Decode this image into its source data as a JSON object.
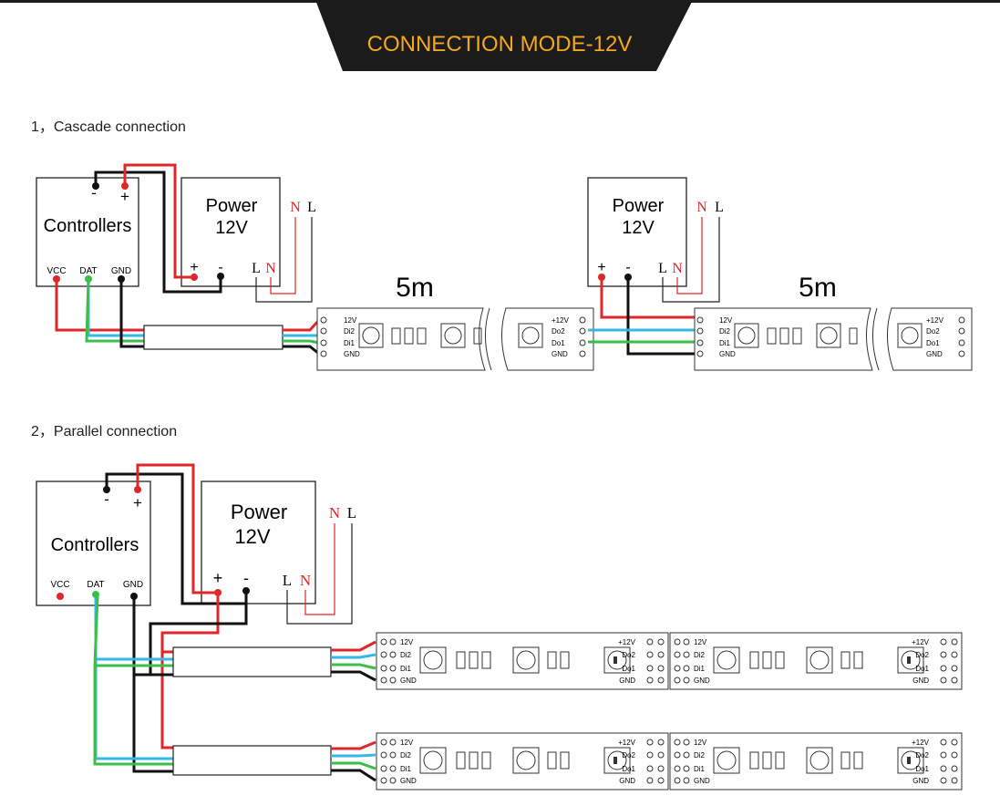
{
  "header": {
    "title": "CONNECTION MODE-12V",
    "title_color": "#f5a81c",
    "band_color": "#1b1b1b"
  },
  "colors": {
    "red": "#e0262a",
    "blue": "#35b7e8",
    "green": "#3bbf4a",
    "black": "#111111",
    "neutral_red": "#e0262a"
  },
  "section1": {
    "label": "1，Cascade connection",
    "controller": {
      "name": "Controllers",
      "minus": "-",
      "plus": "+",
      "vcc": "VCC",
      "dat": "DAT",
      "gnd": "GND"
    },
    "power_a": {
      "title": "Power",
      "voltage": "12V",
      "top_n": "N",
      "top_l": "L",
      "plus": "+",
      "minus": "-",
      "out_l": "L",
      "out_n": "N"
    },
    "power_b": {
      "title": "Power",
      "voltage": "12V",
      "top_n": "N",
      "top_l": "L",
      "plus": "+",
      "minus": "-",
      "out_l": "L",
      "out_n": "N"
    },
    "length_a": "5m",
    "length_b": "5m"
  },
  "section2": {
    "label": "2，Parallel connection",
    "controller": {
      "name": "Controllers",
      "minus": "-",
      "plus": "+",
      "vcc": "VCC",
      "dat": "DAT",
      "gnd": "GND"
    },
    "power": {
      "title": "Power",
      "voltage": "12V",
      "top_n": "N",
      "top_l": "L",
      "plus": "+",
      "minus": "-",
      "out_l": "L",
      "out_n": "N"
    }
  },
  "strip_pins": {
    "input": [
      "12V",
      "Di2",
      "Di1",
      "GND"
    ],
    "output": [
      "+12V",
      "Do2",
      "Do1",
      "GND"
    ]
  }
}
